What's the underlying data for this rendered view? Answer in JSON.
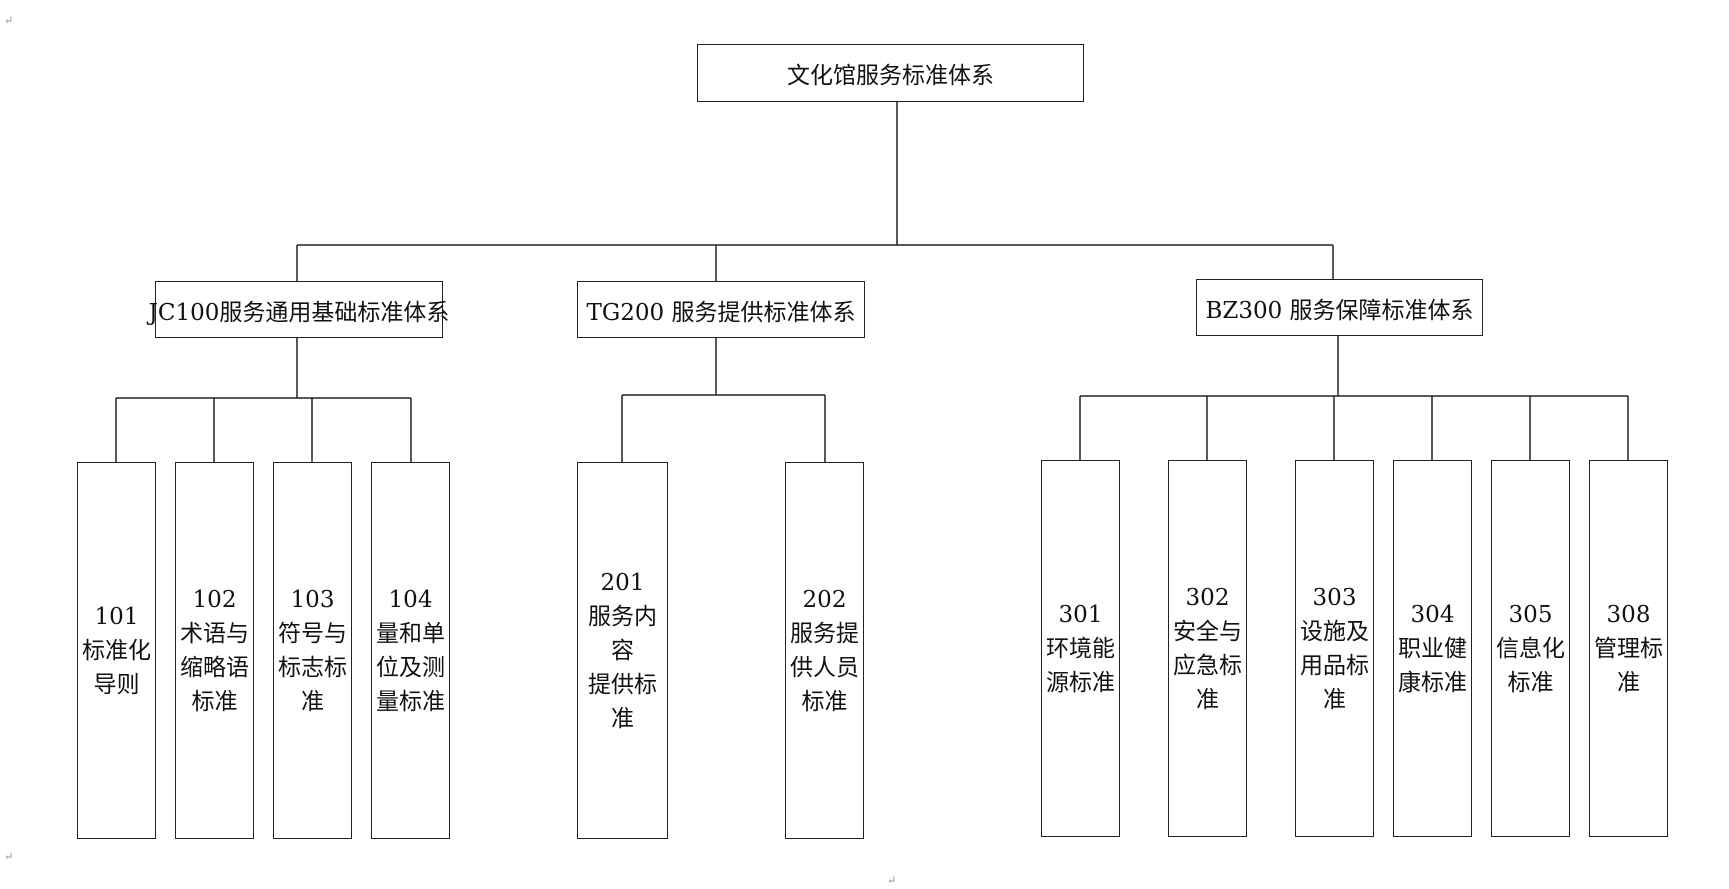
{
  "root": {
    "label": "文化馆服务标准体系"
  },
  "groups": [
    {
      "label": "JC100服务通用基础标准体系",
      "children": [
        {
          "lines": [
            "101",
            "标准化",
            "导则"
          ]
        },
        {
          "lines": [
            "102",
            "术语与",
            "缩略语",
            "标准"
          ]
        },
        {
          "lines": [
            "103",
            "符号与",
            "标志标",
            "准"
          ]
        },
        {
          "lines": [
            "104",
            "量和单",
            "位及测",
            "量标准"
          ]
        }
      ]
    },
    {
      "label": "TG200 服务提供标准体系",
      "children": [
        {
          "lines": [
            "201",
            "服务内容",
            "提供标准"
          ]
        },
        {
          "lines": [
            "202",
            "服务提",
            "供人员",
            "标准"
          ]
        }
      ]
    },
    {
      "label": "BZ300 服务保障标准体系",
      "children": [
        {
          "lines": [
            "301",
            "环境能",
            "源标准"
          ]
        },
        {
          "lines": [
            "302",
            "安全与",
            "应急标",
            "准"
          ]
        },
        {
          "lines": [
            "303",
            "设施及",
            "用品标",
            "准"
          ]
        },
        {
          "lines": [
            "304",
            "职业健",
            "康标准"
          ]
        },
        {
          "lines": [
            "305",
            "信息化",
            "标准"
          ]
        },
        {
          "lines": [
            "308",
            "管理标",
            "准"
          ]
        }
      ]
    }
  ],
  "paragraph_mark": "↵"
}
